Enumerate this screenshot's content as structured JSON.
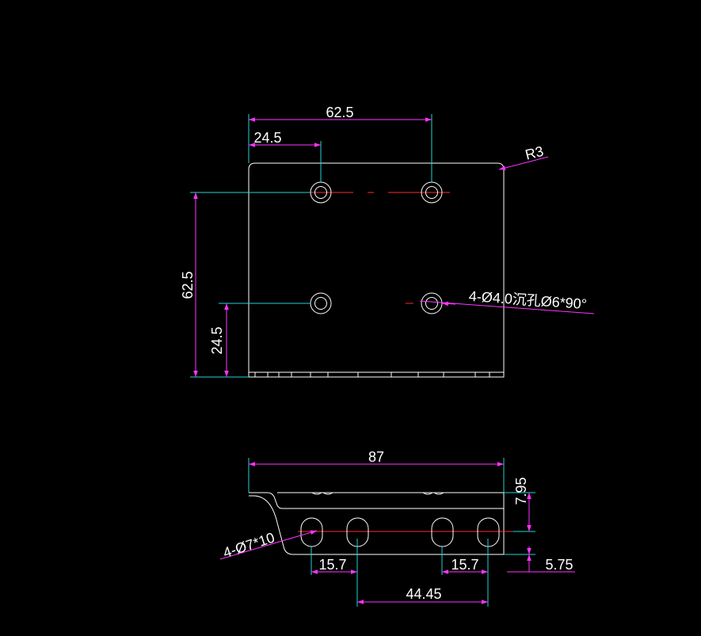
{
  "colors": {
    "background": "#000000",
    "outline": "#ffffff",
    "extension": "#1fd4d4",
    "dimension": "#ff33ff",
    "centerline": "#ff2a2a"
  },
  "top_view": {
    "dim_top_width": "62.5",
    "dim_top_offset": "24.5",
    "dim_left_height": "62.5",
    "dim_left_offset": "24.5",
    "radius_label": "R3",
    "hole_note": "4-Ø4.0沉孔Ø6*90°"
  },
  "front_view": {
    "dim_overall_width": "87",
    "dim_slot_height": "7.95",
    "slot_note": "4-Ø7*10",
    "dim_slot_pitch_left": "15.7",
    "dim_slot_pitch_right": "15.7",
    "dim_slot_span": "44.45",
    "dim_bottom_offset": "5.75"
  }
}
